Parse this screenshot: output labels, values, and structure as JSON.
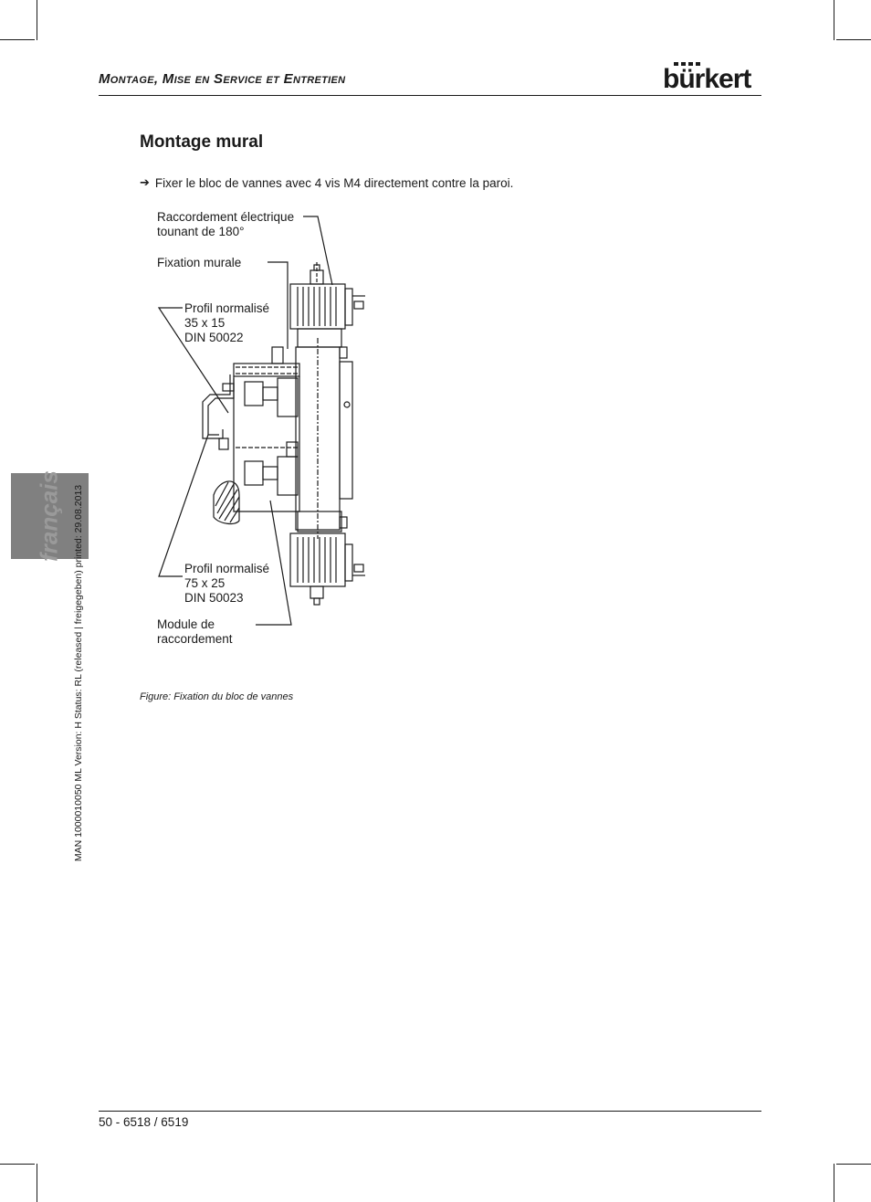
{
  "header": {
    "title": "Montage, Mise en Service et Entretien",
    "logo_text": "bürkert"
  },
  "section": {
    "title": "Montage  mural",
    "instruction_arrow": "➔",
    "instruction": "Fixer le bloc de vannes avec 4 vis M4 directement contre la paroi."
  },
  "figure": {
    "labels": {
      "electrical": "Raccordement électrique\ntounant de 180°",
      "wall_mount": "Fixation murale",
      "profile_small": "Profil normalisé\n35 x 15\nDIN 50022",
      "profile_large": "Profil normalisé\n75 x 25\nDIN 50023",
      "module": "Module de\nraccordement"
    },
    "caption": "Figure: Fixation du bloc de vannes"
  },
  "sidebar": {
    "tab_text": "français",
    "meta": "MAN  1000010050  ML  Version: H  Status: RL (released | freigegeben)  printed: 29.08.2013"
  },
  "footer": {
    "page": "50  -  6518 / 6519"
  }
}
